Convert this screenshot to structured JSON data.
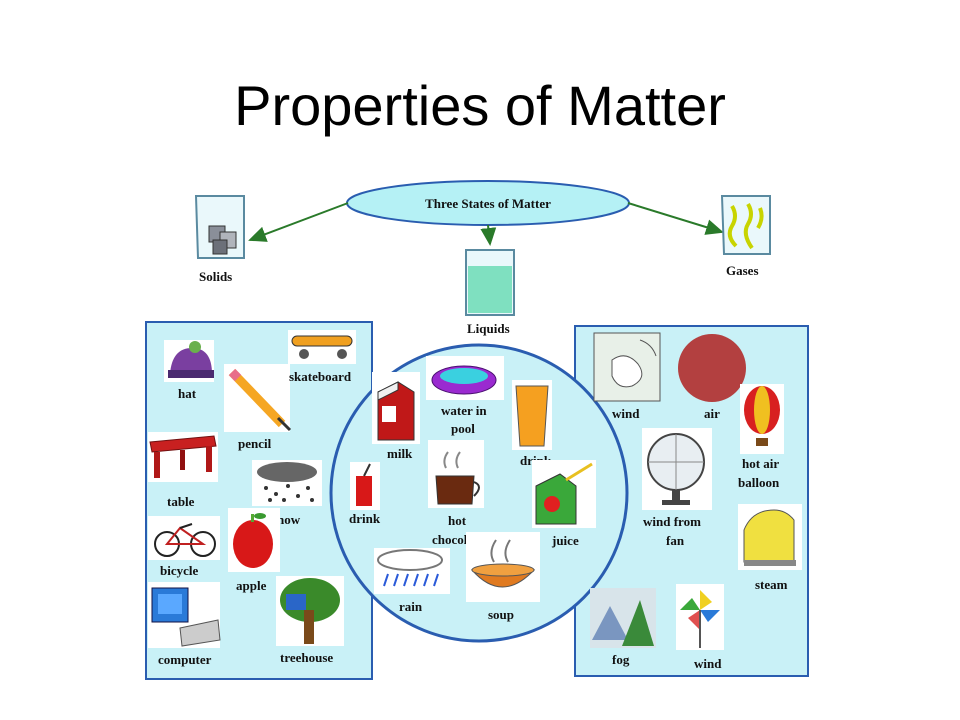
{
  "title": "Properties of Matter",
  "center_node": "Three States of Matter",
  "states": {
    "solids": "Solids",
    "liquids": "Liquids",
    "gases": "Gases"
  },
  "solid_items": {
    "hat": "hat",
    "pencil": "pencil",
    "skateboard": "skateboard",
    "table": "table",
    "snow": "snow",
    "bicycle": "bicycle",
    "apple": "apple",
    "computer": "computer",
    "treehouse": "treehouse"
  },
  "liquid_items": {
    "milk": "milk",
    "water_in_pool_1": "water in",
    "water_in_pool_2": "pool",
    "drink_glass": "drink",
    "drink": "drink",
    "hot_chocolate_1": "hot",
    "hot_chocolate_2": "chocolate",
    "juice": "juice",
    "rain": "rain",
    "soup": "soup"
  },
  "gas_items": {
    "wind_map": "wind",
    "air": "air",
    "hot_air_balloon_1": "hot air",
    "hot_air_balloon_2": "balloon",
    "wind_from_fan_1": "wind from",
    "wind_from_fan_2": "fan",
    "steam": "steam",
    "fog": "fog",
    "wind_pinwheel": "wind"
  },
  "colors": {
    "panel_fill": "#c9f1f7",
    "panel_border": "#2a5db0",
    "ellipse_fill": "#b5f1f5",
    "arrow": "#2a7a2a",
    "liquid": "#7fe0c0"
  }
}
